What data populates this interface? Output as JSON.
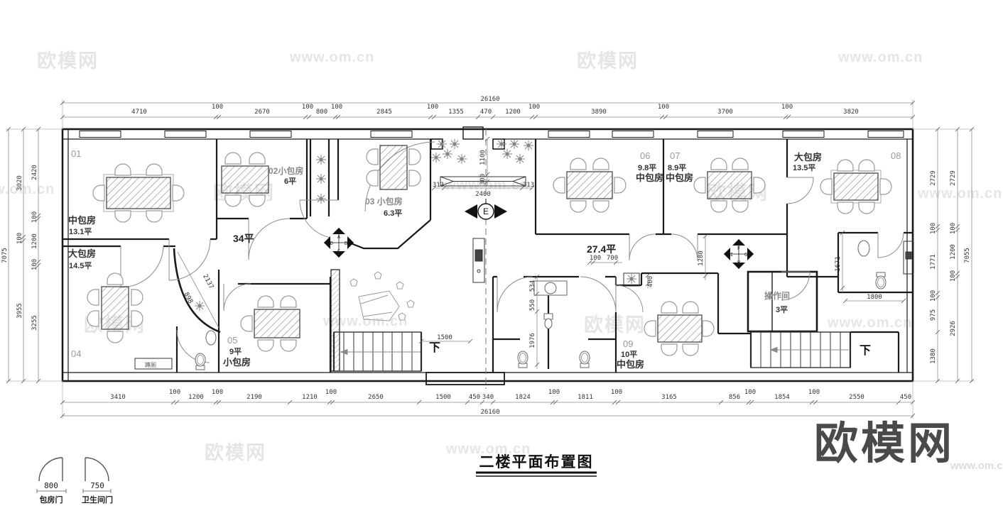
{
  "title": "二楼平面布置图",
  "brand": {
    "logo": "欧模网",
    "site": "www.om.cn"
  },
  "legend": {
    "doors": [
      {
        "width": "800",
        "label": "包房门"
      },
      {
        "width": "750",
        "label": "卫生间门"
      }
    ]
  },
  "dims": {
    "top_total": "26160",
    "bottom_total": "26160",
    "top": [
      "4710",
      "100",
      "2670",
      "100",
      "800",
      "100",
      "2845",
      "100",
      "1355",
      "470",
      "1200",
      "100",
      "3890",
      "100",
      "3700",
      "100",
      "3820"
    ],
    "bottom": [
      "3410",
      "100",
      "1200",
      "100",
      "2190",
      "1210",
      "100",
      "2650",
      "1500",
      "450",
      "340",
      "1824",
      "100",
      "1811",
      "100",
      "3165",
      "856",
      "100",
      "1854",
      "100",
      "2550",
      "450"
    ],
    "left_outer": "7075",
    "left_mid": [
      "3020",
      "100",
      "3955"
    ],
    "left_inner": [
      "2420",
      "100",
      "1200",
      "100",
      "3255"
    ],
    "right_inner": [
      "2729",
      "100",
      "1771",
      "100",
      "975",
      "1380"
    ],
    "right_mid": [
      "2729",
      "100",
      "1200",
      "100",
      "2926"
    ],
    "right_outer": "7055",
    "interior": {
      "entry_w_l": "313",
      "entry_w_c": "2400",
      "entry_w_r": "313",
      "entry_h_a": "1100",
      "entry_h_b": "300",
      "door_diag": "2137",
      "door_rad": "898",
      "hall_a": "100",
      "hall_b": "700",
      "niche": "400",
      "wc_a": "534",
      "wc_b": "550",
      "wc_c": "1976",
      "stair": "1500",
      "bath_v": "1671",
      "bath_h": "1800",
      "hall_v": "1280"
    }
  },
  "rooms": {
    "r01": {
      "num": "01",
      "name": "中包房",
      "area": "13.1平"
    },
    "r02": {
      "name": "02小包房",
      "area": "6平"
    },
    "r03": {
      "name": "03 小包房",
      "area": "6.3平"
    },
    "r04": {
      "num": "04",
      "name": "大包房",
      "area": "14.5平"
    },
    "r05": {
      "num": "05",
      "name": "小包房",
      "area": "9平"
    },
    "r06": {
      "num": "06",
      "name": "中包房",
      "area": "9.8平"
    },
    "r07": {
      "num": "07",
      "name": "中包房",
      "area": "8.9平"
    },
    "r08": {
      "num": "08",
      "name": "大包房",
      "area": "13.5平"
    },
    "r09": {
      "num": "09",
      "name": "中包房",
      "area": "10平"
    },
    "hall_left": "34平",
    "hall_right": "27.4平",
    "op": {
      "name": "操作间",
      "area": "3平"
    },
    "squat": "蹲厕"
  },
  "marks": {
    "down": "下",
    "east": "E",
    "dir_left": [
      "A",
      "B",
      "C",
      "D"
    ],
    "dir_right": [
      "F",
      "G",
      "H",
      "I"
    ]
  }
}
